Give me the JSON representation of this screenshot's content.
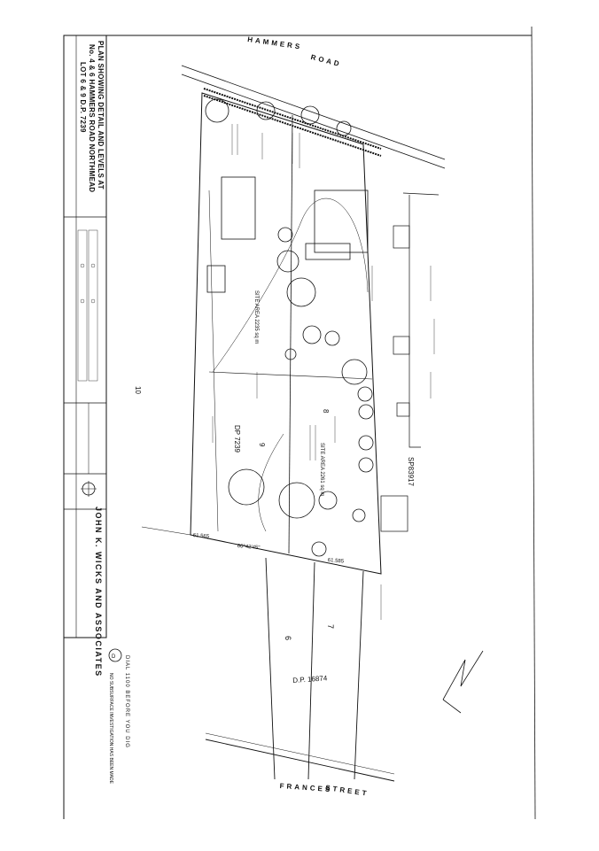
{
  "roads": {
    "north_word1": "HAMMERS",
    "north_word2": "ROAD",
    "south_word1": "FRANCES",
    "south_word2": "STREET"
  },
  "title_block": {
    "title_line1": "PLAN SHOWING DETAIL AND LEVELS AT",
    "title_line2": "No. 4 & 6 HAMMERS ROAD NORTHMEAD",
    "title_line3": "LOT 6 & 9 D.P. 7239",
    "firm_name": "JOHN K. WICKS AND ASSOCIATES"
  },
  "plan_labels": {
    "lot_10": "10",
    "lot_9": "9",
    "lot_8": "8",
    "lot_7": "7",
    "lot_6": "6",
    "dp_7239": "DP 7239",
    "dp_16874": "D.P. 16874",
    "sp_number": "SP83917",
    "site_area_1": "SITE AREA 2235 sq m",
    "site_area_2": "SITE AREA 2261 sq m",
    "bearing": "60°42'45\"",
    "dim_61565": "61.565",
    "dim_61585": "61.585"
  },
  "notes": {
    "dial_before_you_dig": "DIAL 1100 BEFORE YOU DIG",
    "subsurface_note": "NO SUBSURFACE INVESTIGATION HAS BEEN MADE"
  },
  "colors": {
    "ink": "#111111",
    "paper": "#ffffff"
  }
}
